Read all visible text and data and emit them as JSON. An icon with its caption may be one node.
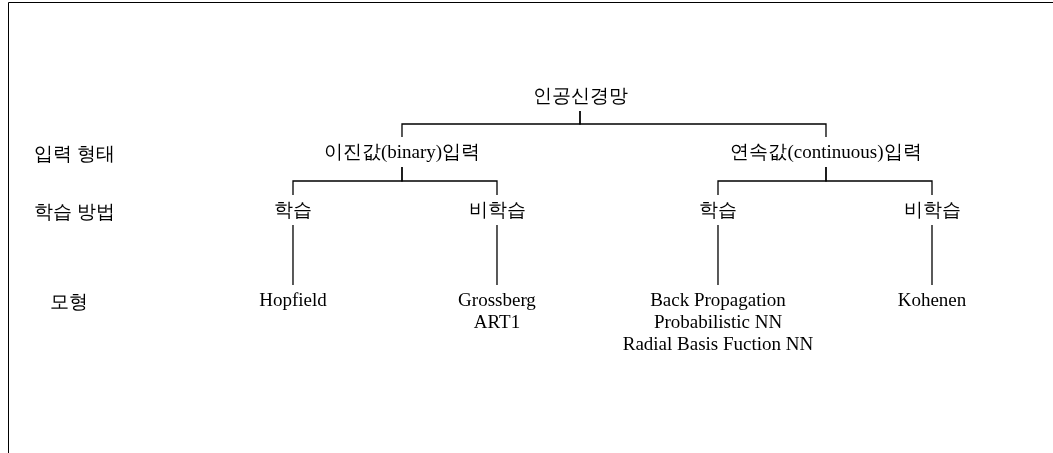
{
  "diagram": {
    "nodes": [
      {
        "text": [
          "인공신경망"
        ]
      },
      {
        "text": [
          "이진값(binary)입력"
        ]
      },
      {
        "text": [
          "연속값(continuous)입력"
        ]
      },
      {
        "text": [
          "학습"
        ]
      },
      {
        "text": [
          "비학습"
        ]
      },
      {
        "text": [
          "학습"
        ]
      },
      {
        "text": [
          "비학습"
        ]
      },
      {
        "text": [
          "Hopfield"
        ]
      },
      {
        "text": [
          "Grossberg",
          "ART1"
        ]
      },
      {
        "text": [
          "Back Propagation",
          "Probabilistic NN",
          "Radial Basis Fuction NN"
        ]
      },
      {
        "text": [
          "Kohenen"
        ]
      }
    ],
    "edges": [
      {
        "from": 0,
        "to": 1,
        "arrow": "none"
      },
      {
        "from": 0,
        "to": 2,
        "arrow": "none"
      },
      {
        "from": 1,
        "to": 3,
        "arrow": "none"
      },
      {
        "from": 1,
        "to": 4,
        "arrow": "none"
      },
      {
        "from": 2,
        "to": 5,
        "arrow": "none"
      },
      {
        "from": 2,
        "to": 6,
        "arrow": "none"
      },
      {
        "from": 3,
        "to": 7,
        "arrow": "none"
      },
      {
        "from": 4,
        "to": 8,
        "arrow": "none"
      },
      {
        "from": 5,
        "to": 9,
        "arrow": "none"
      },
      {
        "from": 6,
        "to": 10,
        "arrow": "none"
      }
    ],
    "labels": [
      "입력 형태",
      "학습 방법",
      "모형"
    ]
  }
}
